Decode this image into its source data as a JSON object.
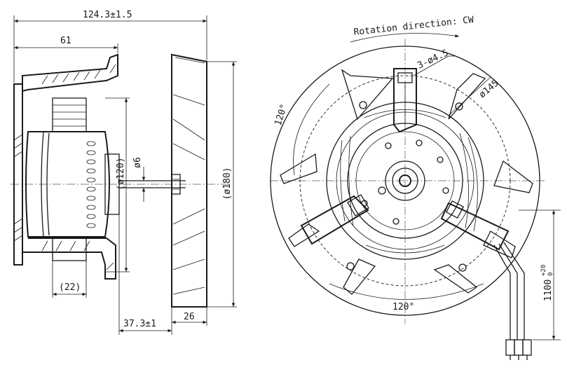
{
  "side_view": {
    "dim_overall_length": "124.3±1.5",
    "dim_bracket_length": "61",
    "dim_motor_diameter": "(ø120)",
    "dim_shaft_diameter": "ø6",
    "dim_impeller_diameter": "(ø180)",
    "dim_hub_width": "(22)",
    "dim_shaft_position": "37.3±1",
    "dim_impeller_width": "26"
  },
  "front_view": {
    "rotation_label": "Rotation direction: CW",
    "mounting_holes": "3-ø4.5",
    "circle_diameter": "ø145",
    "angle_top_left": "120°",
    "angle_bottom": "120°",
    "lead_length": "1100",
    "lead_tol_upper": "+20",
    "lead_tol_lower": "0"
  }
}
